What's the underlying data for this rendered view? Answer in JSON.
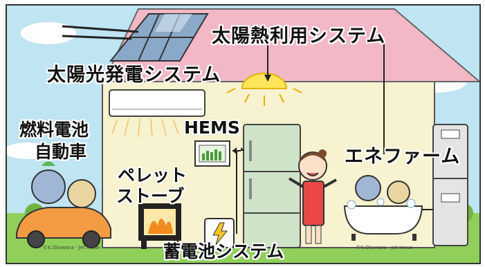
{
  "labels": {
    "solar_thermal": "太陽熱利用システム",
    "solar_power": "太陽光発電システム",
    "fuel_cell_car_line1": "燃料電池",
    "fuel_cell_car_line2": "自動車",
    "hems": "HEMS",
    "pellet_line1": "ペレット",
    "pellet_line2": "ストーブ",
    "enefarm": "エネファーム",
    "battery": "蓄電池システム"
  },
  "credits": {
    "left": "©K.Okawara - Jet Inoue",
    "right": "©K.Okawara - Jet Inoue"
  },
  "colors": {
    "sky": "#bfe4f2",
    "roof": "#f2b8c6",
    "wall": "#f7f2cf",
    "grass": "#8fcf5a",
    "fridge": "#cfe3c8",
    "solar_panel": "#8aa9c9"
  }
}
